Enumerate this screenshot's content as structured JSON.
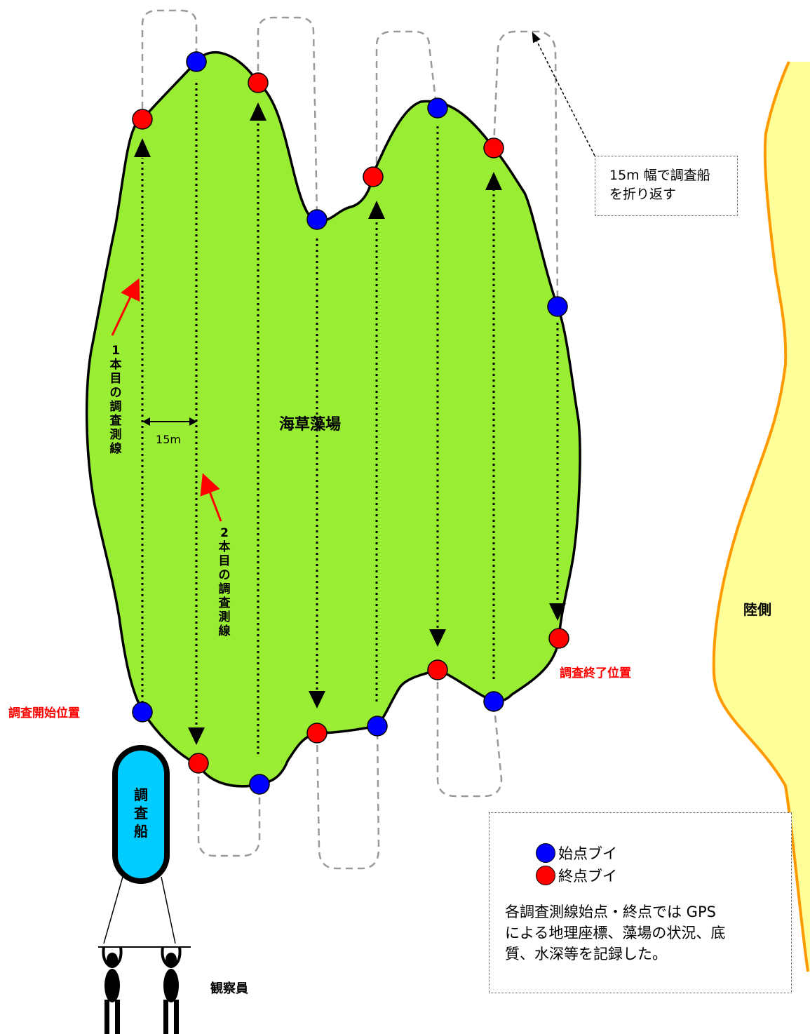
{
  "labels": {
    "seagrass_bed": "海草藻場",
    "land_side": "陸側",
    "start_position": "調査開始位置",
    "end_position": "調査終了位置",
    "interval": "15m",
    "observers": "観察員",
    "boat": "調査船",
    "line1": "1本目の調査測線",
    "line2": "2本目の調査測線"
  },
  "turn_note": {
    "line1": "15m 幅で調査船",
    "line2": "を折り返す"
  },
  "legend": {
    "start_buoy": "始点ブイ",
    "end_buoy": "終点ブイ",
    "description_lines": [
      "各調査測線始点・終点では GPS",
      "による地理座標、藻場の状況、底",
      "質、水深等を記録した。"
    ]
  },
  "colors": {
    "seagrass": "#99ee33",
    "land": "#ffff99",
    "shore": "#ff9900",
    "start_buoy": "#0000ff",
    "end_buoy": "#ff0000",
    "boat": "#00ccff",
    "accent_text": "#ff0000",
    "boat_track": "#999999"
  }
}
